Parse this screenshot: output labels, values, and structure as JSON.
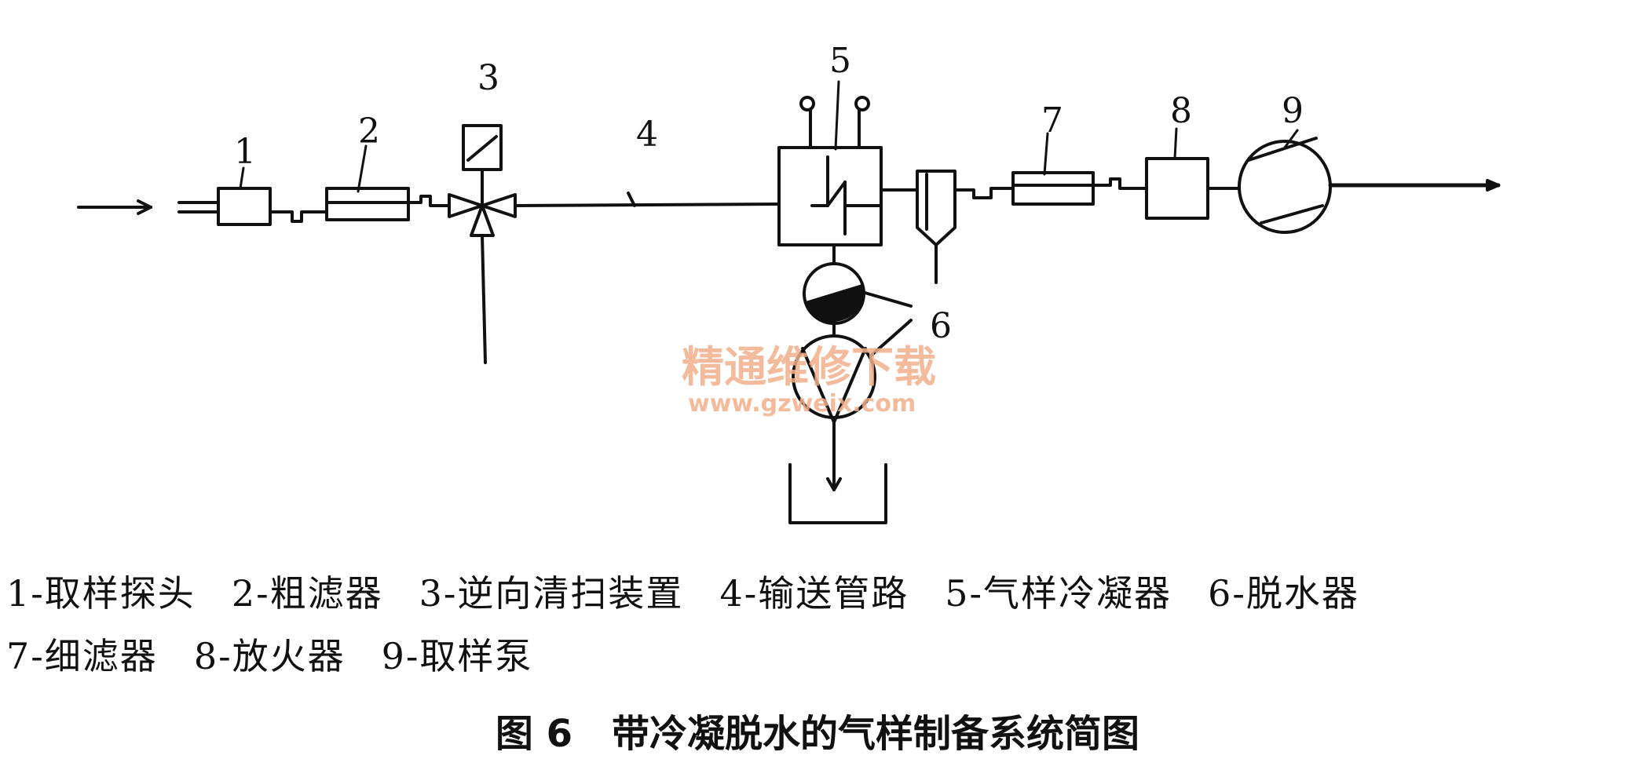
{
  "diagram": {
    "labels": [
      "1",
      "2",
      "3",
      "4",
      "5",
      "6",
      "7",
      "8",
      "9"
    ],
    "watermark": {
      "line1": "精通维修下载",
      "line2": "www.gzweix.com"
    }
  },
  "legend": {
    "row1": [
      "1-取样探头",
      "2-粗滤器",
      "3-逆向清扫装置",
      "4-输送管路",
      "5-气样冷凝器",
      "6-脱水器"
    ],
    "row2": [
      "7-细滤器",
      "8-放火器",
      "9-取样泵"
    ]
  },
  "caption": {
    "figure_number": "图 6",
    "title": "带冷凝脱水的气样制备系统简图"
  }
}
